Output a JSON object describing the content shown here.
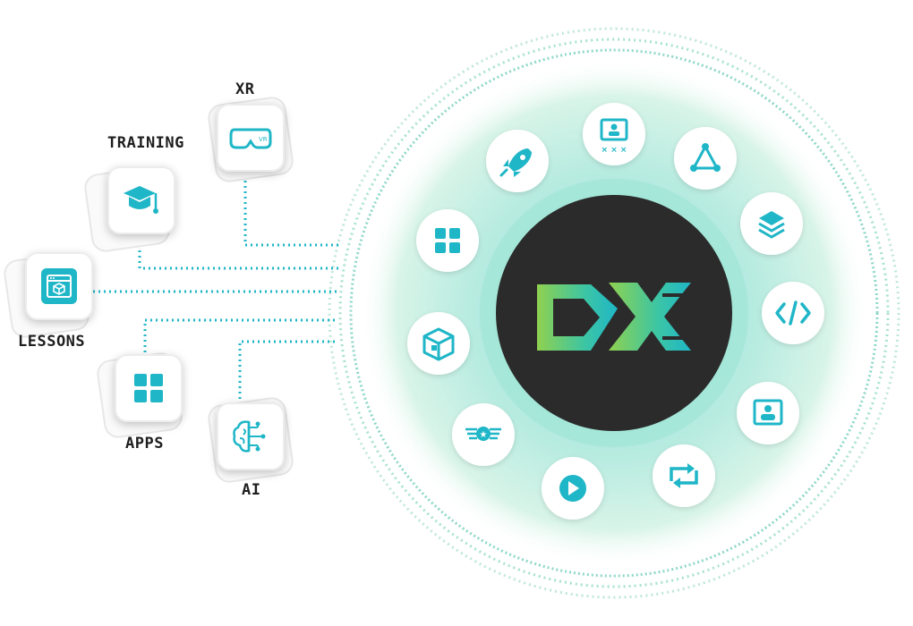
{
  "logo": {
    "text": "DX"
  },
  "nodes": {
    "xr": {
      "label": "XR",
      "icon": "vr-headset-icon"
    },
    "training": {
      "label": "TRAINING",
      "icon": "graduation-cap-icon"
    },
    "lessons": {
      "label": "LESSONS",
      "icon": "browser-cube-icon"
    },
    "apps": {
      "label": "APPS",
      "icon": "app-grid-icon"
    },
    "ai": {
      "label": "AI",
      "icon": "brain-circuit-icon"
    }
  },
  "ring_icons": [
    "presenter-icon",
    "network-triangle-icon",
    "layers-icon",
    "code-icon",
    "video-frame-icon",
    "repeat-icon",
    "play-icon",
    "wings-badge-icon",
    "cube-box-icon",
    "app-grid-icon",
    "rocket-icon"
  ],
  "colors": {
    "teal": "#1fb6c7",
    "green": "#8fd14f",
    "dark": "#2b2b2b",
    "glow": "#c6efe4"
  }
}
